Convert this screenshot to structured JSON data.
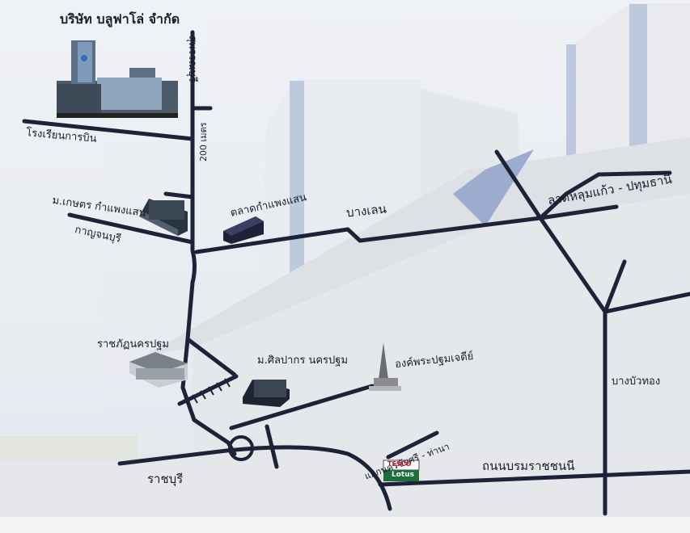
{
  "company_title": "บริษัท บลูฟาโล่ จำกัด",
  "roads": {
    "suphan": "สุพรรณบุรี",
    "dist_200": "200 เมตร",
    "school": "โรงเรียนการบิน",
    "kasetsart": "ม.เกษตร กำแพงแสน",
    "kanchanaburi": "กาญจนบุรี",
    "market": "ตลาดกำแพงแสน",
    "banglen": "บางเลน",
    "lat_lum_kaeo": "ลาดหลุมแก้ว - ปทุมธานี",
    "rajabhat": "ราชภัฏนครปฐม",
    "silpakorn": "ม.ศิลปากร นครปฐม",
    "phra_pathom": "องค์พระปฐมเจดีย์",
    "bang_bua_thong": "บางบัวทอง",
    "intersection": "แยกนครชัยศรี - ท่านา",
    "borom_ratchachonnani": "ถนนบรมราชชนนี",
    "ratchaburi": "ราชบุรี"
  },
  "tesco_logo": {
    "line1": "TESCO",
    "line2": "Lotus"
  },
  "colors": {
    "road": "#1e2238",
    "building_sky": "#e8edf2",
    "warehouse": "#dfe3e8",
    "blue_stripe": "#6f86b8"
  }
}
